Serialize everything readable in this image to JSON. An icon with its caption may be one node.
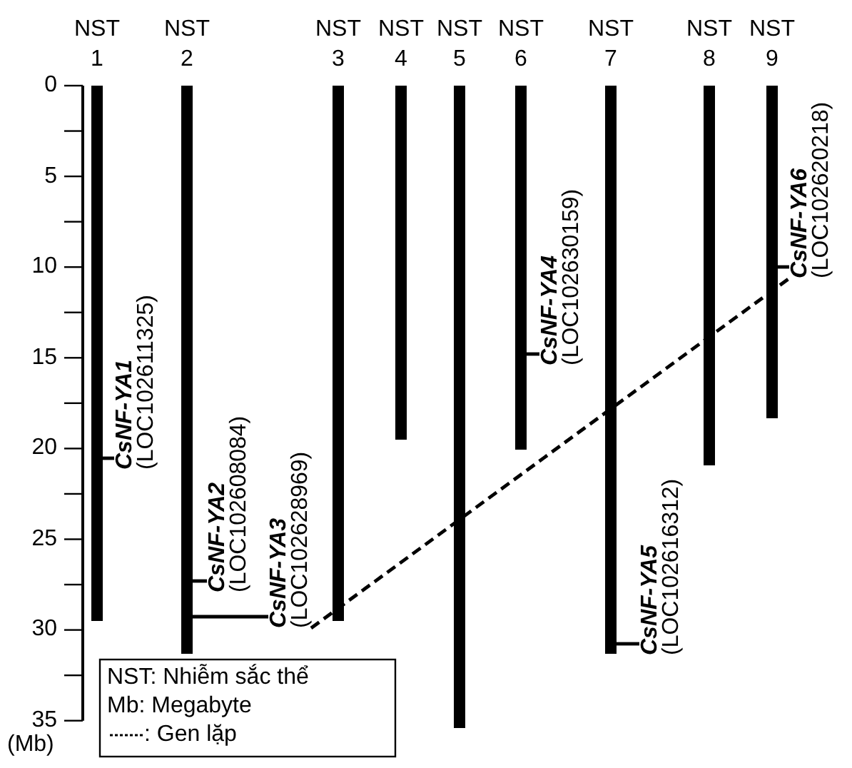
{
  "diagram": {
    "nodes": [
      {
        "text": [
          "NST 1"
        ]
      },
      {
        "text": [
          "NST 2"
        ]
      },
      {
        "text": [
          "NST 3"
        ]
      },
      {
        "text": [
          "NST 4"
        ]
      },
      {
        "text": [
          "NST 5"
        ]
      },
      {
        "text": [
          "NST 6"
        ]
      },
      {
        "text": [
          "NST 7"
        ]
      },
      {
        "text": [
          "NST 8"
        ]
      },
      {
        "text": [
          "NST 9"
        ]
      },
      {
        "text": [
          "CsNF-YA1",
          "(LOC102611325)"
        ]
      },
      {
        "text": [
          "CsNF-YA2",
          "(LOC102608084)"
        ]
      },
      {
        "text": [
          "CsNF-YA3",
          "(LOC102628969)"
        ]
      },
      {
        "text": [
          "CsNF-YA4",
          "(LOC102630159)"
        ]
      },
      {
        "text": [
          "CsNF-YA5",
          "(LOC102616312)"
        ]
      },
      {
        "text": [
          "CsNF-YA6",
          "(LOC102620218)"
        ]
      }
    ],
    "edges": [
      {
        "from": 9,
        "to": 0,
        "arrow": "none"
      },
      {
        "from": 10,
        "to": 1,
        "arrow": "none"
      },
      {
        "from": 11,
        "to": 1,
        "arrow": "none"
      },
      {
        "from": 12,
        "to": 5,
        "arrow": "none"
      },
      {
        "from": 13,
        "to": 6,
        "arrow": "none"
      },
      {
        "from": 14,
        "to": 8,
        "arrow": "none"
      },
      {
        "from": 11,
        "to": 14,
        "arrow": "none",
        "style": "dashed"
      }
    ],
    "labels": [
      "0",
      "5",
      "10",
      "15",
      "20",
      "25",
      "30",
      "35",
      "(Mb)",
      "NST: Nhiễm sắc thể",
      "Mb: Megabyte"
    ],
    "legend": [
      {
        "text": ": Gen lặp"
      }
    ]
  }
}
